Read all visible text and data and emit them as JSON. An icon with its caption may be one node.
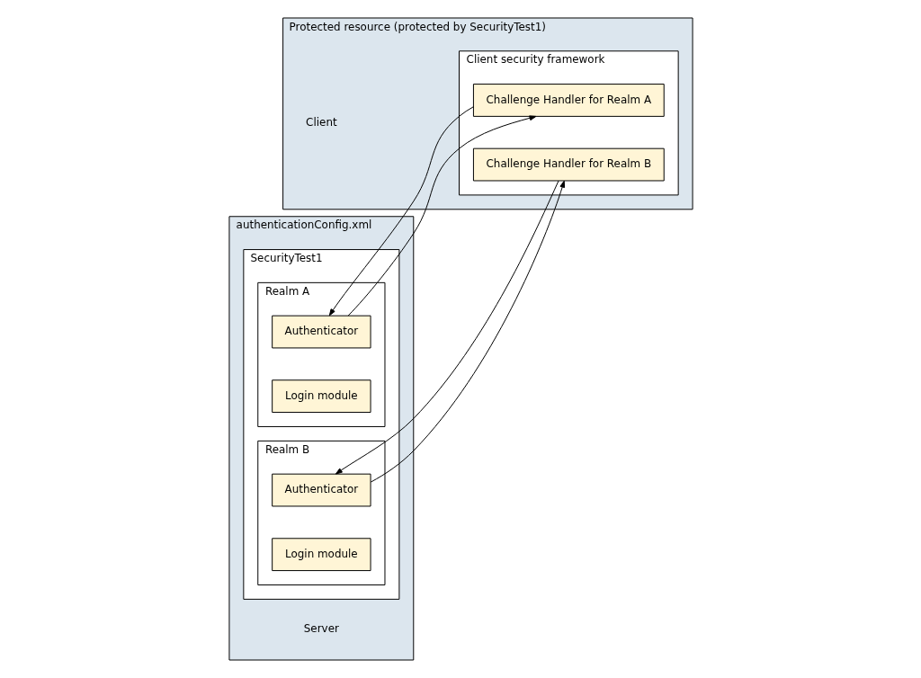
{
  "diagram": {
    "nodes": [
      {
        "text": [
          "Protected resource (protected by SecurityTest1)"
        ],
        "beside": [
          "Client"
        ]
      },
      {
        "text": [
          "Client security framework"
        ],
        "in": 0
      },
      {
        "text": [
          "Challenge Handler for Realm A"
        ],
        "in": 1
      },
      {
        "text": [
          "Challenge Handler for Realm B"
        ],
        "in": 1
      },
      {
        "text": [
          "authenticationConfig.xml"
        ],
        "beside": [
          "Server"
        ]
      },
      {
        "text": [
          "SecurityTest1"
        ],
        "in": 4
      },
      {
        "text": [
          "Realm A"
        ],
        "in": 5
      },
      {
        "text": [
          "Authenticator"
        ],
        "in": 6
      },
      {
        "text": [
          "Login module"
        ],
        "in": 6
      },
      {
        "text": [
          "Realm B"
        ],
        "in": 5
      },
      {
        "text": [
          "Authenticator"
        ],
        "in": 9
      },
      {
        "text": [
          "Login module"
        ],
        "in": 9
      }
    ],
    "edges": [
      {
        "from": 7,
        "to": 2,
        "arrow": "to"
      },
      {
        "from": 2,
        "to": 7,
        "arrow": "to"
      },
      {
        "from": 10,
        "to": 3,
        "arrow": "to"
      },
      {
        "from": 3,
        "to": 10,
        "arrow": "to"
      }
    ]
  }
}
